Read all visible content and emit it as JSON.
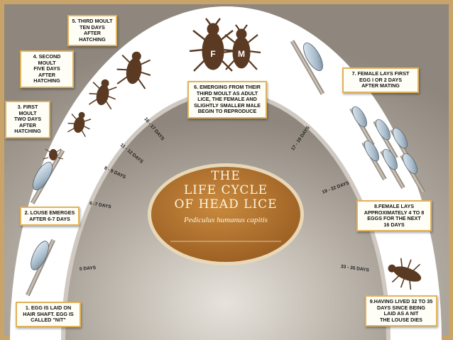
{
  "center": {
    "title_line1": "THE",
    "title_line2": "LIFE CYCLE",
    "title_line3": "OF HEAD LICE",
    "subtitle": "Pediculus humanus capitis"
  },
  "stages": [
    {
      "id": "egg",
      "lines": [
        "1. EGG IS LAID ON",
        "HAIR SHAFT. EGG IS",
        "CALLED \"NIT\""
      ]
    },
    {
      "id": "emerge",
      "lines": [
        "2. LOUSE EMERGES",
        "AFTER 6-7 DAYS"
      ]
    },
    {
      "id": "first-moult",
      "lines": [
        "3. FIRST MOULT",
        "TWO DAYS",
        "AFTER",
        "HATCHING"
      ]
    },
    {
      "id": "second-moult",
      "lines": [
        "4. SECOND MOULT",
        "FIVE DAYS",
        "AFTER",
        "HATCHING"
      ]
    },
    {
      "id": "third-moult",
      "lines": [
        "5. THIRD MOULT",
        "TEN DAYS",
        "AFTER",
        "HATCHING"
      ]
    },
    {
      "id": "adult",
      "lines": [
        "6. EMERGING FROM THEIR",
        "THIRD MOULT AS ADULT",
        "LICE, THE FEMALE AND",
        "SLIGHTLY SMALLER MALE",
        "BEGIN TO REPRODUCE"
      ]
    },
    {
      "id": "first-egg",
      "lines": [
        "7. FEMALE LAYS FIRST",
        "EGG I OR 2 DAYS",
        "AFTER MATING"
      ]
    },
    {
      "id": "lays-eggs",
      "lines": [
        "8.FEMALE LAYS",
        "APPROXIMATELY 4 TO 8",
        "EGGS FOR THE NEXT",
        "16 DAYS"
      ]
    },
    {
      "id": "dies",
      "lines": [
        "9.HAVING LIVED 32 TO 35",
        "DAYS SINCE BEING",
        "LAID AS A NIT",
        "THE LOUSE DIES"
      ]
    }
  ],
  "days": {
    "d0": "0 DAYS",
    "d1": "6 -7 DAYS",
    "d2": "8 - 9 DAYS",
    "d3": "11 - 12 DAYS",
    "d4": "16 - 17 DAYS",
    "d5": "17 - 19 DAYS",
    "d6": "19 - 32 DAYS",
    "d7": "33 - 35 DAYS"
  },
  "sex_labels": {
    "female": "F",
    "male": "M"
  },
  "colors": {
    "background": "#c9a46a",
    "ring": "#ffffff",
    "oval": "#b0722c",
    "louse": "#5a3a22",
    "label_border": "#e2b25a"
  }
}
